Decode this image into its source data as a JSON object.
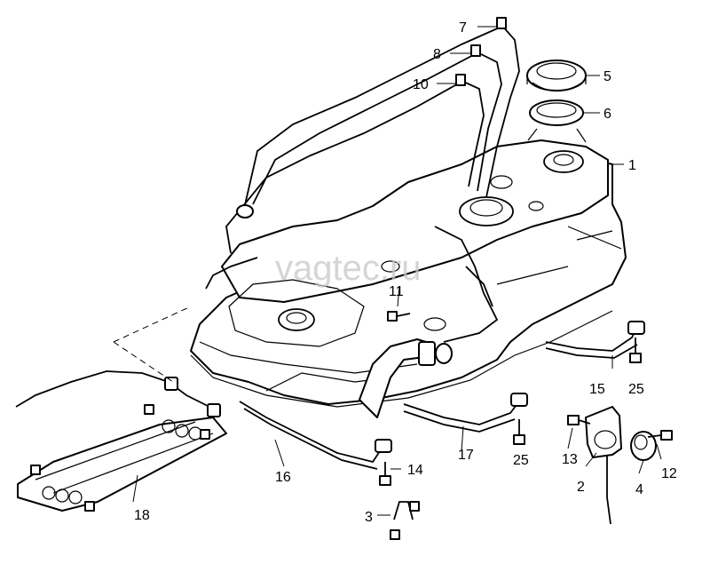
{
  "watermark": "vagtec.ru",
  "callouts": [
    {
      "id": "c1",
      "text": "1"
    },
    {
      "id": "c2",
      "text": "2"
    },
    {
      "id": "c3",
      "text": "3"
    },
    {
      "id": "c4",
      "text": "4"
    },
    {
      "id": "c5",
      "text": "5"
    },
    {
      "id": "c6",
      "text": "6"
    },
    {
      "id": "c7",
      "text": "7"
    },
    {
      "id": "c8",
      "text": "8"
    },
    {
      "id": "c10",
      "text": "10"
    },
    {
      "id": "c11",
      "text": "11"
    },
    {
      "id": "c12",
      "text": "12"
    },
    {
      "id": "c13",
      "text": "13"
    },
    {
      "id": "c14",
      "text": "14"
    },
    {
      "id": "c15",
      "text": "15"
    },
    {
      "id": "c16",
      "text": "16"
    },
    {
      "id": "c17",
      "text": "17"
    },
    {
      "id": "c18",
      "text": "18"
    },
    {
      "id": "c25a",
      "text": "25"
    },
    {
      "id": "c25b",
      "text": "25"
    }
  ]
}
